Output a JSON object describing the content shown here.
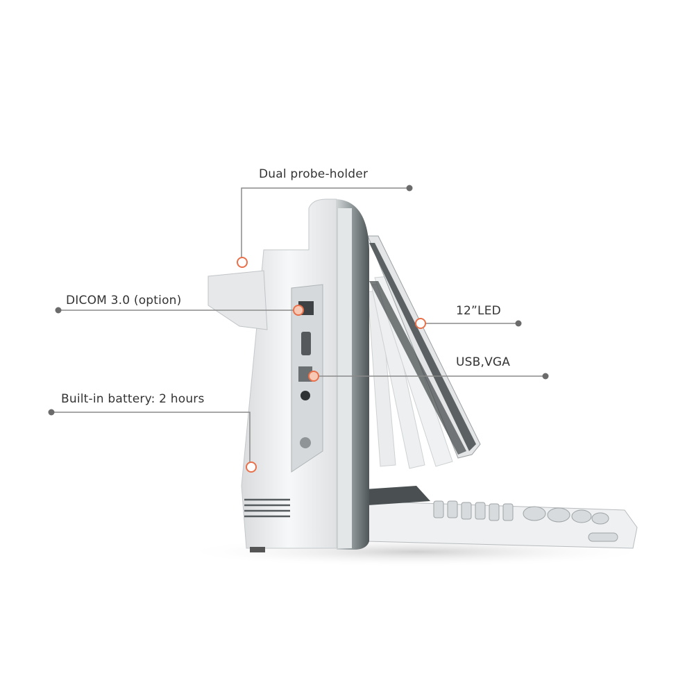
{
  "callouts": {
    "probe_holder": "Dual probe-holder",
    "dicom": "DICOM 3.0 (option)",
    "led": "12”LED",
    "usb_vga": "USB,VGA",
    "battery": "Built-in battery: 2 hours"
  },
  "colors": {
    "marker": "#e8704a",
    "line": "#8a8a8a",
    "dot": "#6b6b6b",
    "body": "#ecedef",
    "bezel": "#5f6567"
  }
}
